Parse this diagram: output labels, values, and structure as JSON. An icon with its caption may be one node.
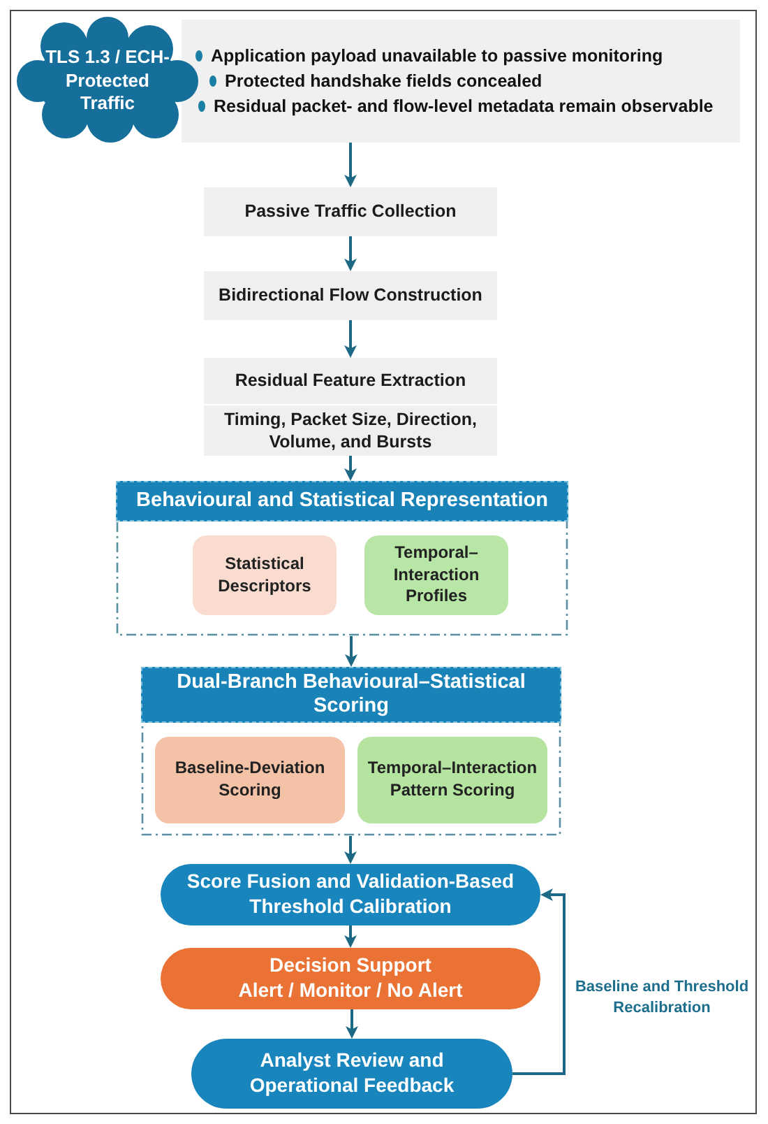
{
  "diagram": {
    "nodes": [
      {
        "text": [
          "TLS 1.3 / ECH-Protected Traffic"
        ]
      },
      {
        "text": [
          "Application payload unavailable to passive monitoring",
          "Protected handshake fields concealed",
          "Residual packet- and flow-level metadata remain observable"
        ]
      },
      {
        "text": [
          "Passive Traffic Collection"
        ]
      },
      {
        "text": [
          "Bidirectional Flow Construction"
        ]
      },
      {
        "text": [
          "Residual Feature Extraction",
          "Timing, Packet Size, Direction, Volume, and Bursts"
        ]
      },
      {
        "text": [
          "Behavioural and Statistical Representation"
        ]
      },
      {
        "text": [
          "Statistical Descriptors"
        ],
        "in": 5
      },
      {
        "text": [
          "Temporal–Interaction Profiles"
        ],
        "in": 5
      },
      {
        "text": [
          "Dual-Branch Behavioural–Statistical Scoring"
        ]
      },
      {
        "text": [
          "Baseline-Deviation Scoring"
        ],
        "in": 8
      },
      {
        "text": [
          "Temporal–Interaction Pattern Scoring"
        ],
        "in": 8
      },
      {
        "text": [
          "Score Fusion and Validation-Based Threshold Calibration"
        ]
      },
      {
        "text": [
          "Decision Support",
          "Alert / Monitor / No Alert"
        ]
      },
      {
        "text": [
          "Analyst Review and Operational Feedback"
        ]
      }
    ],
    "edges": [
      {
        "from": 1,
        "to": 2,
        "arrow": "to"
      },
      {
        "from": 2,
        "to": 3,
        "arrow": "to"
      },
      {
        "from": 3,
        "to": 4,
        "arrow": "to"
      },
      {
        "from": 4,
        "to": 5,
        "arrow": "to"
      },
      {
        "from": 5,
        "to": 8,
        "arrow": "to"
      },
      {
        "from": 8,
        "to": 11,
        "arrow": "to"
      },
      {
        "from": 11,
        "to": 12,
        "arrow": "to"
      },
      {
        "from": 12,
        "to": 13,
        "arrow": "to"
      },
      {
        "from": 13,
        "to": 11,
        "arrow": "to",
        "label": "Baseline and Threshold Recalibration"
      }
    ]
  }
}
